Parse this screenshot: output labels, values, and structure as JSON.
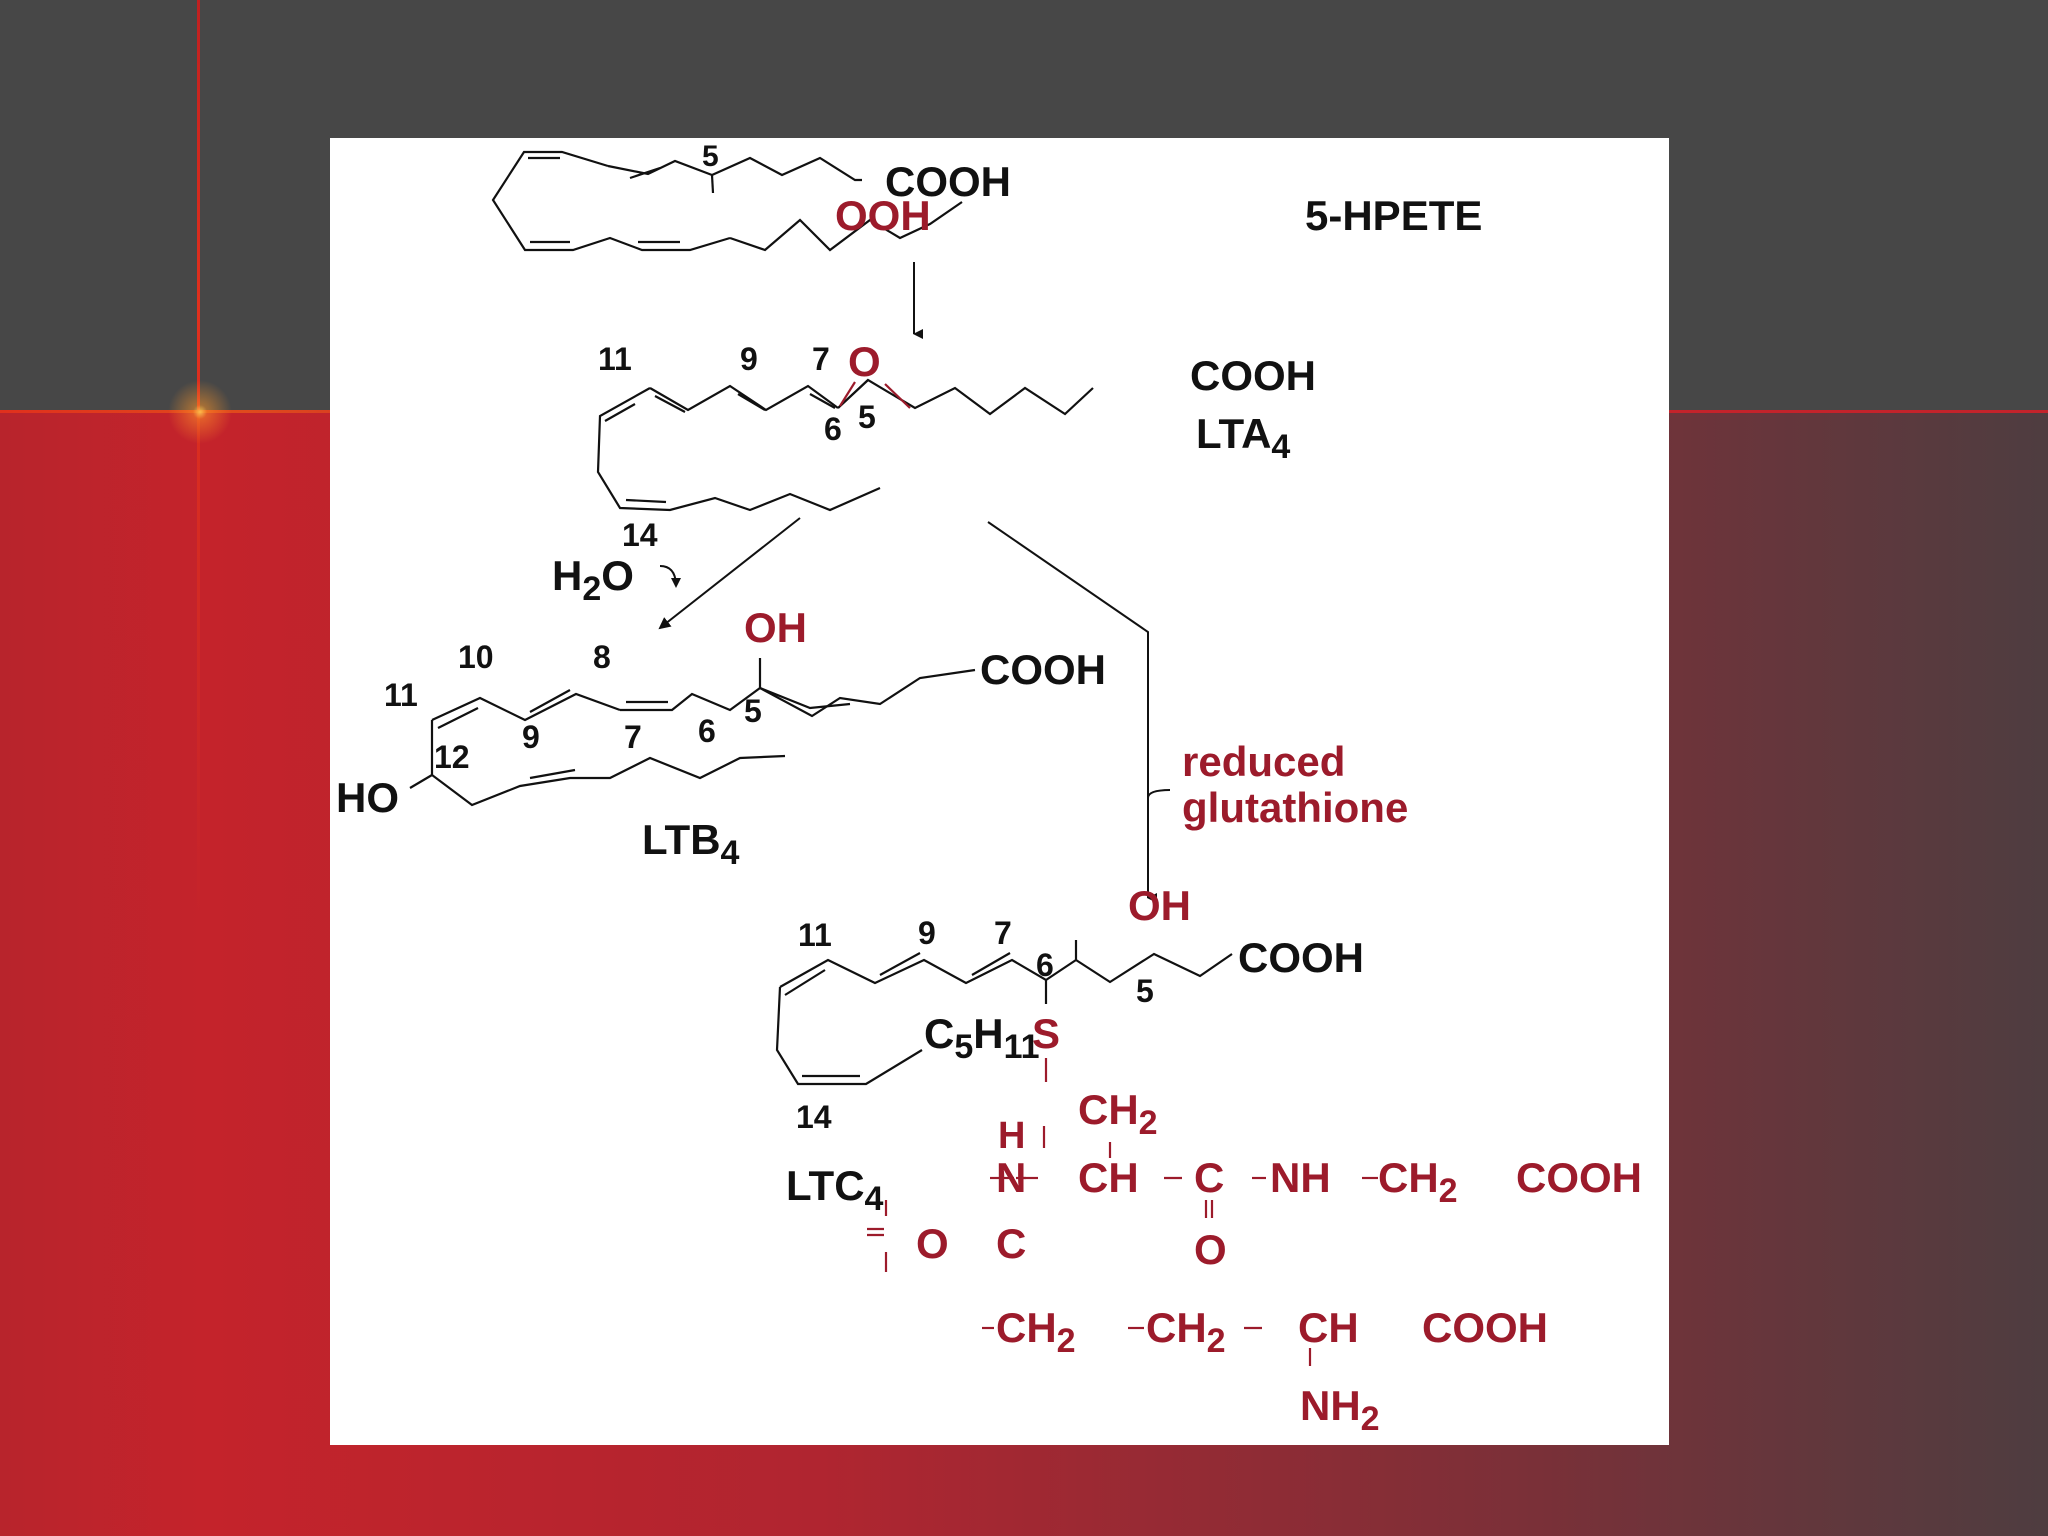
{
  "colors": {
    "bond": "#111111",
    "accent": "#9c1b2b",
    "panel": "#ffffff"
  },
  "hpete": {
    "name": "5-HPETE",
    "cooh": "COOH",
    "ooh": "OOH",
    "n5": "5"
  },
  "lta4": {
    "name_main": "LTA",
    "name_sub": "4",
    "cooh": "COOH",
    "o": "O",
    "n11": "11",
    "n9": "9",
    "n7": "7",
    "n6": "6",
    "n5": "5",
    "n14": "14"
  },
  "water": {
    "h": "H",
    "sub": "2",
    "o": "O"
  },
  "ltb4": {
    "name_main": "LTB",
    "name_sub": "4",
    "cooh": "COOH",
    "oh": "OH",
    "ho": "HO",
    "n10": "10",
    "n8": "8",
    "n11": "11",
    "n9": "9",
    "n7": "7",
    "n6": "6",
    "n5": "5",
    "n12": "12"
  },
  "reagent": {
    "line1": "reduced",
    "line2": "glutathione"
  },
  "ltc4": {
    "name_main": "LTC",
    "name_sub": "4",
    "cooh": "COOH",
    "oh": "OH",
    "n11": "11",
    "n9": "9",
    "n7": "7",
    "n6": "6",
    "n5": "5",
    "n14": "14",
    "c5h11_c": "C",
    "c5h11_5": "5",
    "c5h11_h": "H",
    "c5h11_11": "11",
    "s": "S"
  },
  "glutathione": {
    "ch2_top_main": "CH",
    "ch2_top_sub": "2",
    "h": "H",
    "n": "N",
    "ch": "CH",
    "c_amide": "C",
    "nh": "NH",
    "ch2_gly_main": "CH",
    "ch2_gly_sub": "2",
    "cooh_gly": "COOH",
    "o_amide": "O",
    "o_left": "O",
    "c_left": "C",
    "ch2_a_main": "CH",
    "ch2_a_sub": "2",
    "ch2_b_main": "CH",
    "ch2_b_sub": "2",
    "ch_alpha": "CH",
    "cooh_alpha": "COOH",
    "nh2_main": "NH",
    "nh2_sub": "2"
  }
}
